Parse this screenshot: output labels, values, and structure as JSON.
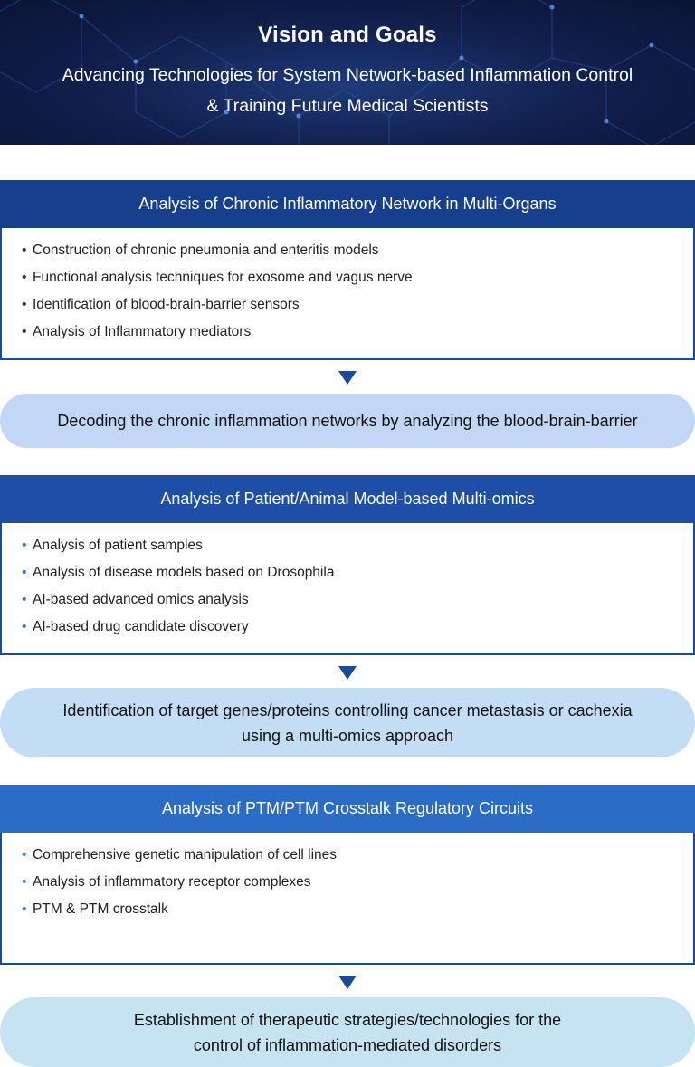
{
  "hero": {
    "title": "Vision and Goals",
    "subtitle_line1": "Advancing Technologies for System Network-based Inflammation Control",
    "subtitle_line2": "& Training Future Medical Scientists"
  },
  "sections": [
    {
      "header": "Analysis of Chronic Inflammatory Network in Multi-Organs",
      "header_color": "#163f8e",
      "bullet_color": "#333333",
      "items": [
        "Construction of chronic pneumonia and enteritis models",
        "Functional analysis techniques for exosome and vagus nerve",
        "Identification of blood-brain-barrier sensors",
        "Analysis of Inflammatory mediators"
      ],
      "outcome_lines": [
        "Decoding the chronic inflammation networks by analyzing the blood-brain-barrier"
      ],
      "outcome_color": "#c2d7f5"
    },
    {
      "header": "Analysis of Patient/Animal Model-based Multi-omics",
      "header_color": "#1d4fa8",
      "bullet_color": "#3a74c9",
      "items": [
        "Analysis of patient samples",
        "Analysis of disease models based on Drosophila",
        "AI-based advanced omics analysis",
        "AI-based drug candidate discovery"
      ],
      "outcome_lines": [
        "Identification of target genes/proteins controlling cancer metastasis or cachexia",
        "using a multi-omics approach"
      ],
      "outcome_color": "#c3def4"
    },
    {
      "header": "Analysis of PTM/PTM Crosstalk Regulatory Circuits",
      "header_color": "#2a6cc6",
      "bullet_color": "#3a86d6",
      "items": [
        "Comprehensive genetic manipulation of cell lines",
        "Analysis of inflammatory receptor complexes",
        "PTM & PTM crosstalk"
      ],
      "outcome_lines": [
        "Establishment of therapeutic strategies/technologies for the",
        "control of inflammation-mediated disorders"
      ],
      "outcome_color": "#c6e3f1"
    }
  ],
  "colors": {
    "hero_bg": "#101e4a",
    "border": "#1a4a9a",
    "arrow": "#1a4a9a"
  }
}
